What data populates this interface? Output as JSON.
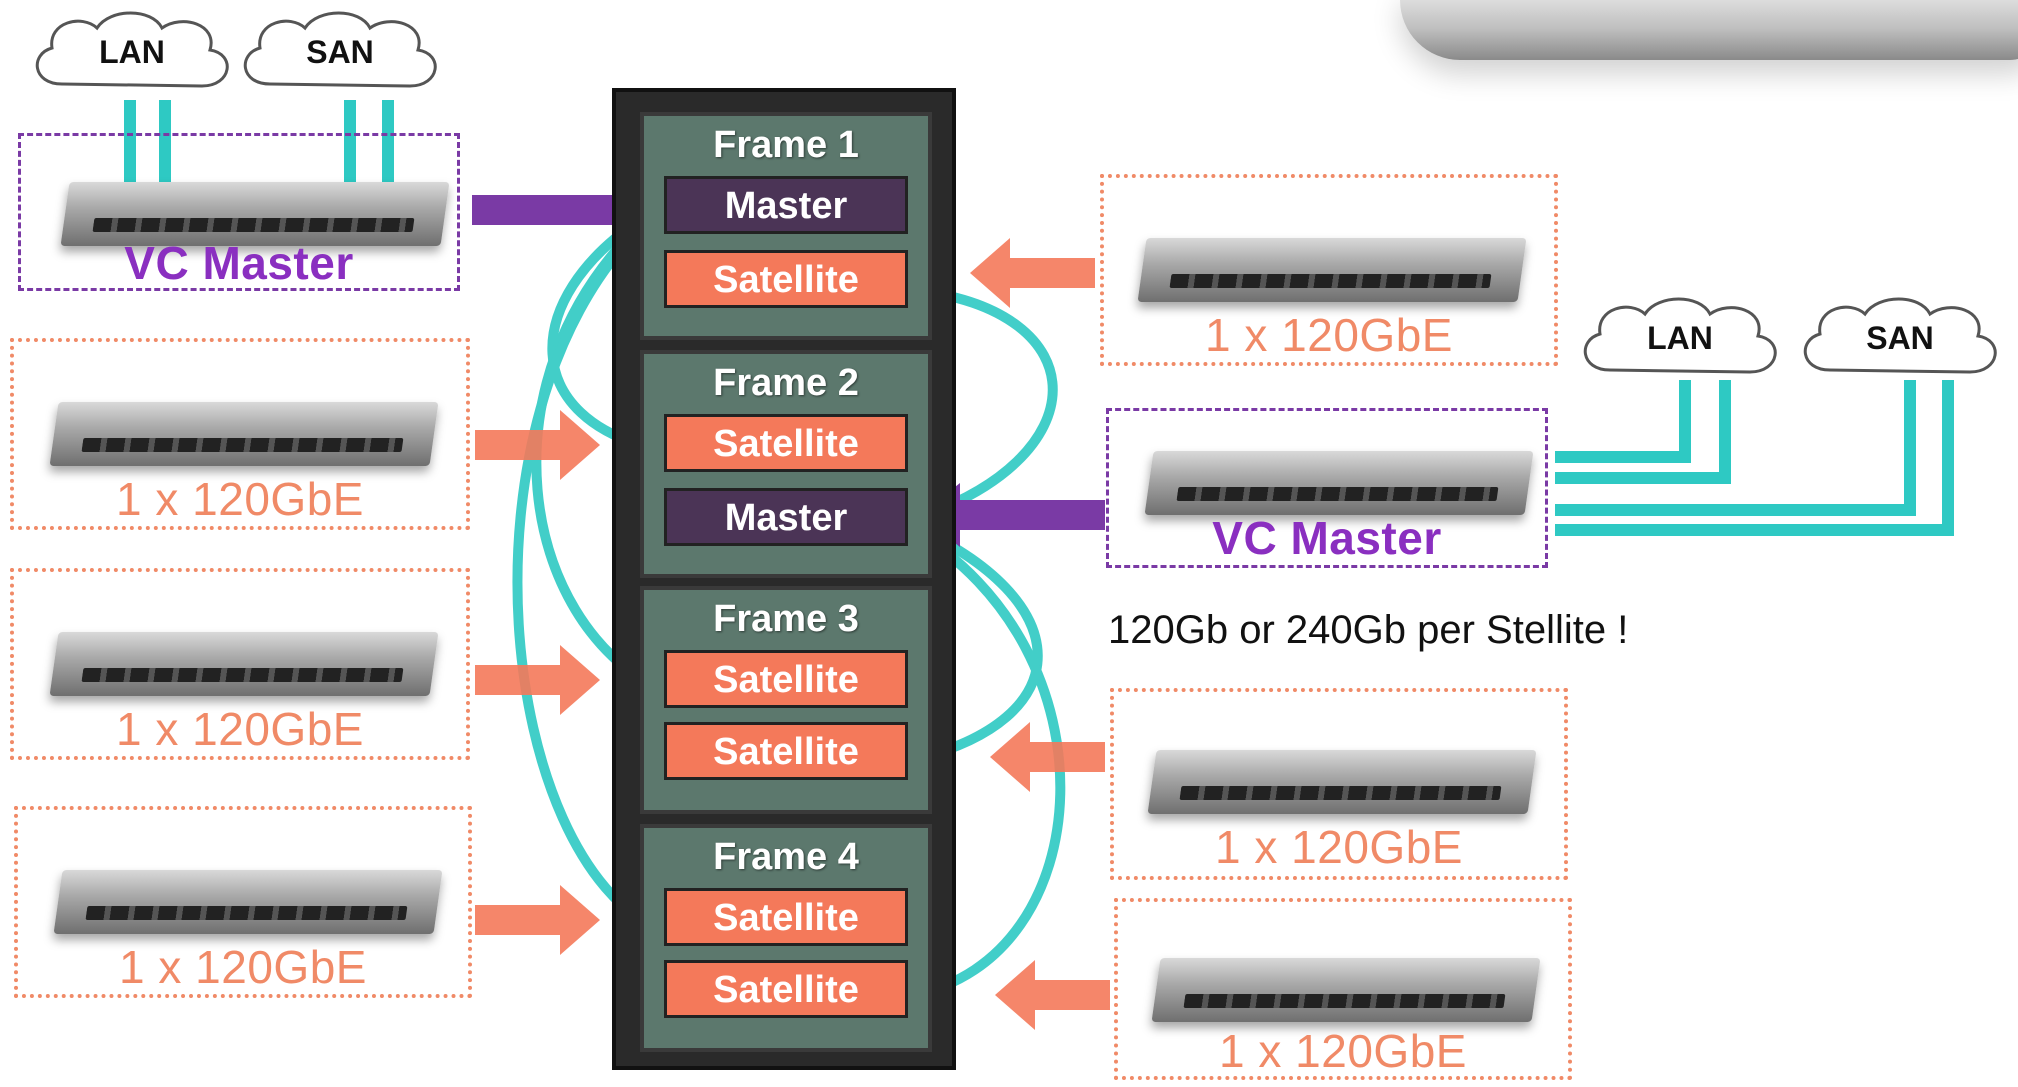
{
  "clouds": {
    "left_lan": "LAN",
    "left_san": "SAN",
    "right_lan": "LAN",
    "right_san": "SAN"
  },
  "vc_master_label": "VC Master",
  "satellite_module_label": "1 x 120GbE",
  "note": "120Gb or 240Gb per Stellite !",
  "frames": [
    {
      "title": "Frame 1",
      "slots": [
        "Master",
        "Satellite"
      ]
    },
    {
      "title": "Frame 2",
      "slots": [
        "Satellite",
        "Master"
      ]
    },
    {
      "title": "Frame 3",
      "slots": [
        "Satellite",
        "Satellite"
      ]
    },
    {
      "title": "Frame 4",
      "slots": [
        "Satellite",
        "Satellite"
      ]
    }
  ],
  "colors": {
    "teal": "#2ec9c3",
    "purple": "#7a3aa5",
    "salmon": "#f4795a",
    "frame_green": "#5c786d"
  }
}
